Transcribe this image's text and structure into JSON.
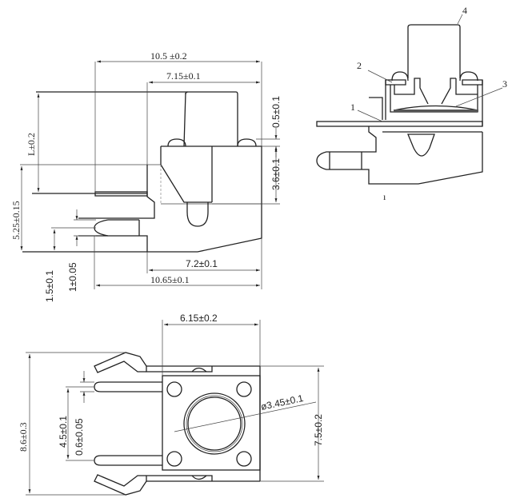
{
  "side_view": {
    "dim_overall_length": "10.5  ±0.2",
    "dim_body_length": "7.15±0.1",
    "dim_actuator_height": "L±0.2",
    "dim_bump": "0.5±0.1",
    "dim_body_height": "3.6±0.1",
    "dim_plate_height": "5.25±0.15",
    "dim_pin_offset": "1.5±0.1",
    "dim_pin_thickness": "1±0.05",
    "dim_base_length": "7.2±0.1",
    "dim_total_length": "10.65±0.1"
  },
  "section_view": {
    "callouts": [
      "1",
      "2",
      "3",
      "4"
    ],
    "bottom_mark": "ı"
  },
  "top_view": {
    "dim_body_width": "6.15±0.2",
    "dim_overall_height": "8.6±0.3",
    "dim_pin_pitch": "4.5±0.1",
    "dim_pin_width": "0.6±0.05",
    "dim_button_diameter": "ø3.45±0.1",
    "dim_body_height": "7.5±0.2"
  }
}
